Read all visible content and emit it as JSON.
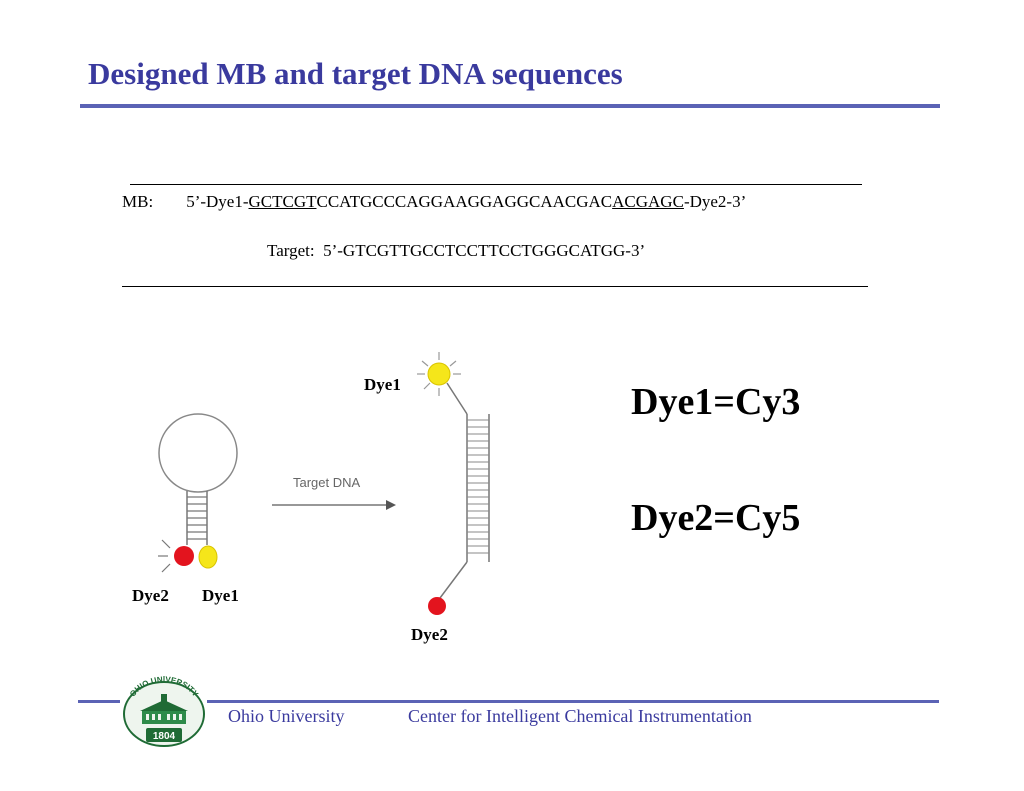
{
  "slide": {
    "title": "Designed MB and target DNA sequences"
  },
  "sequences": {
    "mb_label": "MB:",
    "mb_prefix": "5’-Dye1-",
    "mb_stem_5": "GCTCGT",
    "mb_loop": "CCATGCCCAGGAAGGAGGCAACGAC",
    "mb_stem_3": "ACGAGC",
    "mb_suffix": "-Dye2-3’",
    "target_label": "Target:",
    "target_seq": "5’-GTCGTTGCCTCCTTCCTGGGCATGG-3’"
  },
  "diagram": {
    "arrow_label": "Target DNA",
    "hairpin_dye2_label": "Dye2",
    "hairpin_dye1_label": "Dye1",
    "duplex_dye1_label": "Dye1",
    "duplex_dye2_label": "Dye2",
    "dye1_color": "#f5e61a",
    "dye2_color": "#e3141e"
  },
  "legend": {
    "dye1": "Dye1=Cy3",
    "dye2": "Dye2=Cy5"
  },
  "footer": {
    "university": "Ohio University",
    "center": "Center for Intelligent Chemical Instrumentation",
    "logo_text": "OHIO UNIVERSITY",
    "logo_year": "1804"
  }
}
